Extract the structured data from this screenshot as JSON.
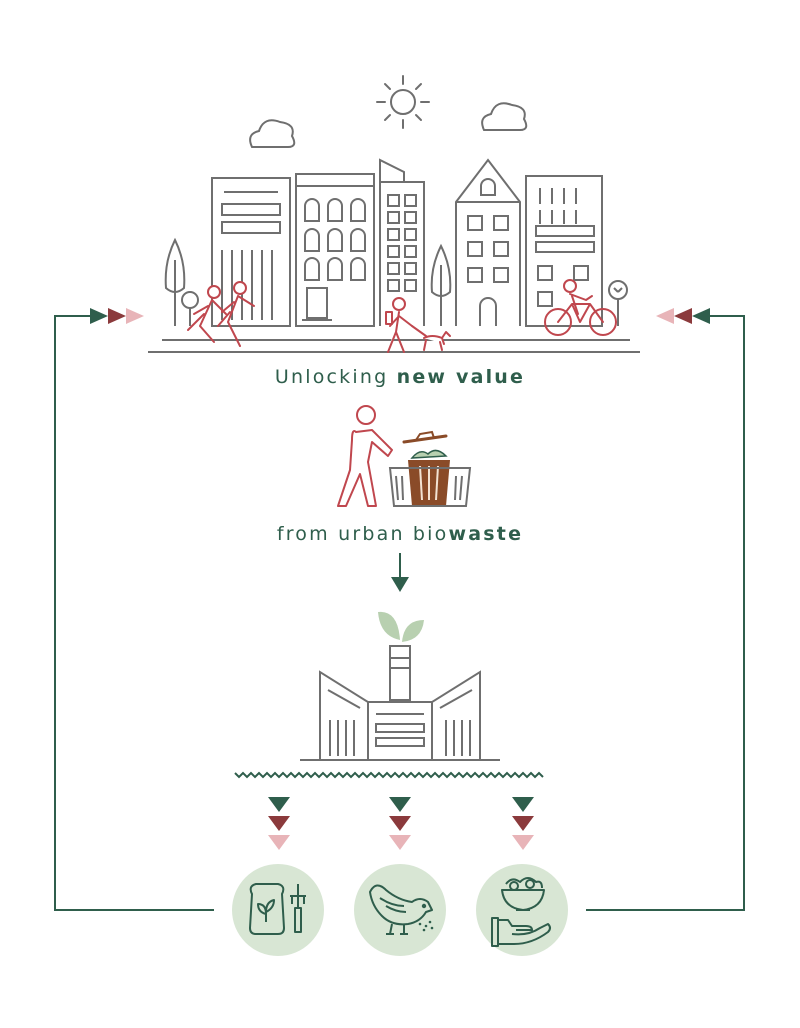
{
  "headline_top": {
    "regular": "Unlocking ",
    "emphasis": "new value"
  },
  "headline_bottom": {
    "regular": "from urban bio",
    "emphasis": "waste"
  },
  "outputs": [
    {
      "icon": "fertilizer-bag-and-rake-icon"
    },
    {
      "icon": "chicken-feed-icon"
    },
    {
      "icon": "food-bowl-in-hand-icon"
    }
  ],
  "colors": {
    "dark_green": "#2f5e4c",
    "maroon": "#8b3a3c",
    "pink": "#e8b4b8",
    "line_gray": "#6f6f6f",
    "people_red": "#c0474e",
    "waste_brown": "#8a4b28",
    "leaf_green": "#b8d0b0",
    "circle_green": "#d8e6d4"
  }
}
